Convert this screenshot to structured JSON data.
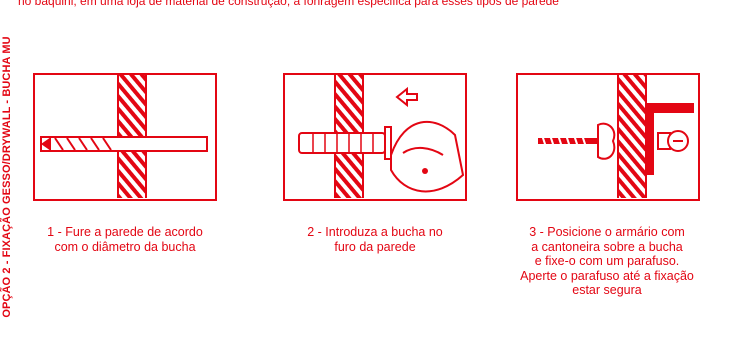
{
  "header": {
    "top_text": "no baquini, em uma loja de material de construção, a fonragem especifica para esses tipos de parede"
  },
  "side": {
    "label": "OPÇÃO 2 - FIXAÇÃO GESSO/DRYWALL - BUCHA MU"
  },
  "steps": [
    {
      "caption_lines": [
        "1 - Fure a parede de acordo",
        "com o diâmetro da bucha"
      ],
      "icon": "drill-wall-icon"
    },
    {
      "caption_lines": [
        "2 - Introduza a bucha no",
        "furo da parede"
      ],
      "icon": "insert-anchor-icon"
    },
    {
      "caption_lines": [
        "3 - Posicione o armário com",
        "a cantoneira sobre a bucha",
        "e fixe-o com um parafuso.",
        "Aperte o parafuso até a fixação",
        "estar segura"
      ],
      "icon": "screw-bracket-icon"
    }
  ],
  "colors": {
    "accent": "#e30613",
    "background": "#ffffff"
  }
}
